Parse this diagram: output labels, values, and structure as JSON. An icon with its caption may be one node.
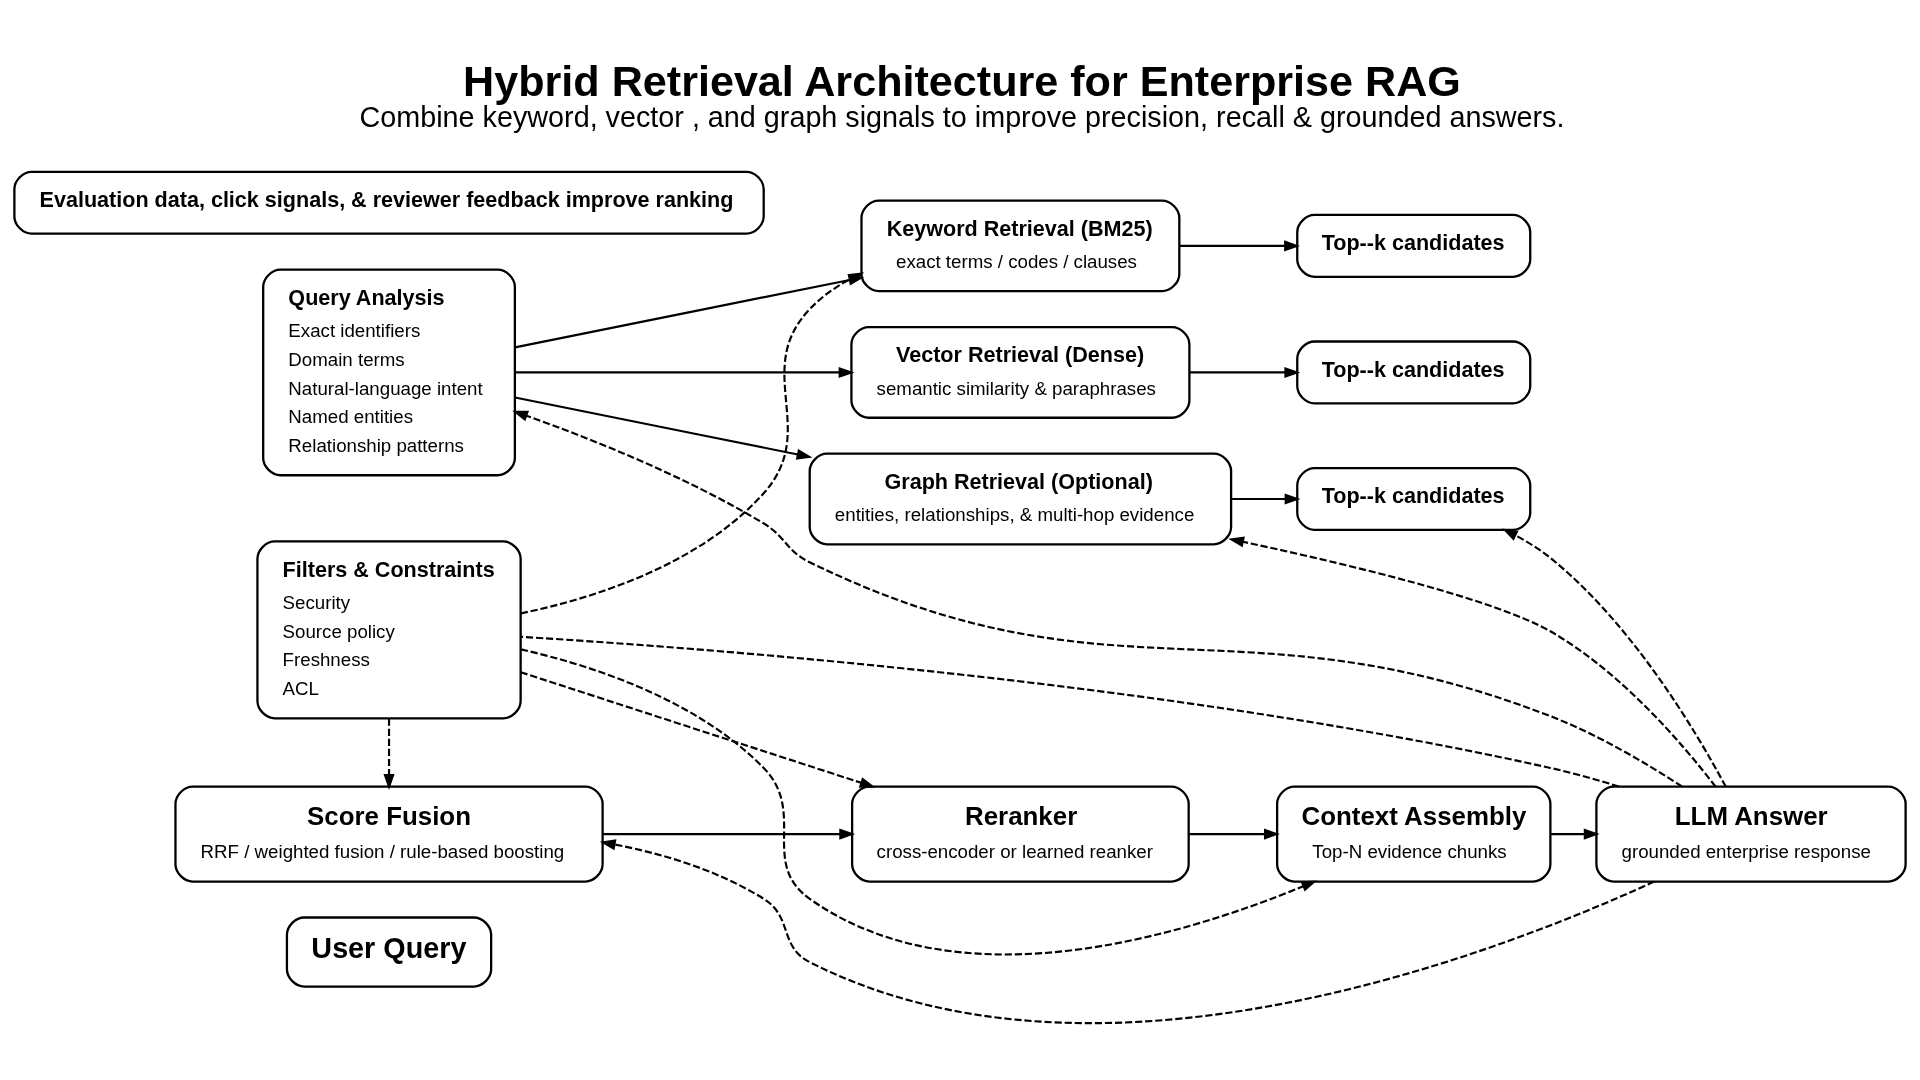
{
  "diagram": {
    "title": "Hybrid Retrieval Architecture for Enterprise RAG",
    "caption": "Combine keyword, vector , and graph signals to improve precision, recall & grounded answers.",
    "nodes": [
      {
        "text": [
          "User Query"
        ]
      },
      {
        "text": [
          "Query Analysis",
          "Exact identifiers",
          "Domain terms",
          "Natural-language intent",
          "Named entities",
          "Relationship patterns"
        ]
      },
      {
        "text": [
          "Keyword Retrieval (BM25)",
          "exact terms / codes / clauses"
        ]
      },
      {
        "text": [
          "Vector Retrieval (Dense)",
          "semantic similarity & paraphrases"
        ]
      },
      {
        "text": [
          "Graph Retrieval (Optional)",
          "entities, relationships, & multi-hop evidence"
        ]
      },
      {
        "text": [
          "Top--k candidates"
        ]
      },
      {
        "text": [
          "Top--k candidates"
        ]
      },
      {
        "text": [
          "Top--k candidates"
        ]
      },
      {
        "text": [
          "Score Fusion",
          "RRF / weighted fusion / rule-based boosting"
        ]
      },
      {
        "text": [
          "Reranker",
          "cross-encoder or learned reanker"
        ]
      },
      {
        "text": [
          "Context Assembly",
          "Top-N evidence chunks"
        ]
      },
      {
        "text": [
          "LLM Answer",
          "grounded enterprise response"
        ]
      },
      {
        "text": [
          "Filters & Constraints",
          "Security",
          "Source policy",
          "Freshness",
          "ACL"
        ]
      },
      {
        "text": [
          "Evaluation data, click signals, & reviewer feedback improve ranking"
        ]
      }
    ],
    "edges": [
      {
        "from": 1,
        "to": 2,
        "arrow": "to"
      },
      {
        "from": 1,
        "to": 3,
        "arrow": "to"
      },
      {
        "from": 1,
        "to": 4,
        "arrow": "to"
      },
      {
        "from": 2,
        "to": 5,
        "arrow": "to"
      },
      {
        "from": 3,
        "to": 6,
        "arrow": "to"
      },
      {
        "from": 4,
        "to": 7,
        "arrow": "to"
      },
      {
        "from": 8,
        "to": 9,
        "arrow": "to"
      },
      {
        "from": 9,
        "to": 10,
        "arrow": "to"
      },
      {
        "from": 10,
        "to": 11,
        "arrow": "to"
      },
      {
        "from": 11,
        "to": 12,
        "arrow": "none",
        "style": "dashed"
      },
      {
        "from": 12,
        "to": 2,
        "arrow": "to",
        "style": "dashed"
      },
      {
        "from": 12,
        "to": 8,
        "arrow": "to",
        "style": "dashed"
      },
      {
        "from": 12,
        "to": 9,
        "arrow": "to",
        "style": "dashed"
      },
      {
        "from": 12,
        "to": 10,
        "arrow": "to",
        "style": "dashed"
      },
      {
        "from": 11,
        "to": 1,
        "arrow": "to",
        "style": "dashed"
      },
      {
        "from": 11,
        "to": 4,
        "arrow": "to",
        "style": "dashed"
      },
      {
        "from": 11,
        "to": 7,
        "arrow": "to",
        "style": "dashed"
      },
      {
        "from": 11,
        "to": 8,
        "arrow": "to",
        "style": "dashed"
      }
    ]
  }
}
